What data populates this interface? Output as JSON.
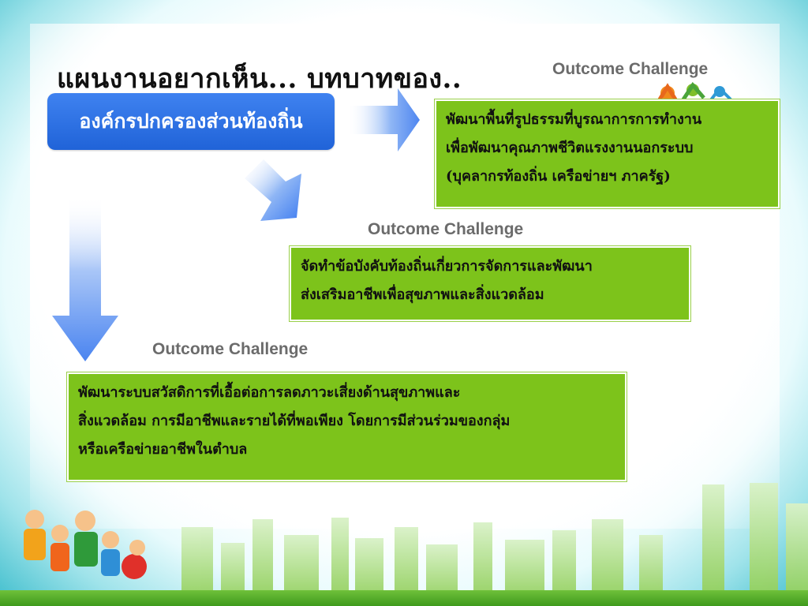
{
  "slide": {
    "title": "แผนงานอยากเห็น... บทบาทของ..",
    "org_box": "องค์กรปกครองส่วนท้องถิ่น",
    "outcomes": [
      {
        "label": "Outcome Challenge",
        "lines": [
          "พัฒนาพื้นที่รูปธรรมที่บูรณาการการทำงาน",
          "เพื่อพัฒนาคุณภาพชีวิตแรงงานนอกระบบ",
          "(บุคลากรท้องถิ่น เครือข่ายฯ ภาครัฐ)"
        ]
      },
      {
        "label": "Outcome Challenge",
        "lines": [
          "จัดทำข้อบังคับท้องถิ่นเกี่ยวการจัดการและพัฒนา",
          "ส่งเสริมอาชีพเพื่อสุขภาพและสิ่งแวดล้อม"
        ]
      },
      {
        "label": "Outcome Challenge",
        "lines": [
          "พัฒนาระบบสวัสดิการที่เอื้อต่อการลดภาวะเสี่ยงด้านสุขภาพและ",
          "สิ่งแวดล้อม การมีอาชีพและรายได้ที่พอเพียง โดยการมีส่วนร่วมของกลุ่ม",
          "หรือเครือข่ายอาชีพในตำบล"
        ]
      }
    ]
  },
  "colors": {
    "blue_box": "#2a6fe3",
    "green_box": "#7dc31b",
    "label_gray": "#6b6b6b",
    "frame_teal": "#2fb7c9"
  },
  "icons": [
    "arrow-right-icon",
    "arrow-diagonal-icon",
    "arrow-down-icon",
    "logo-figures-icon"
  ]
}
